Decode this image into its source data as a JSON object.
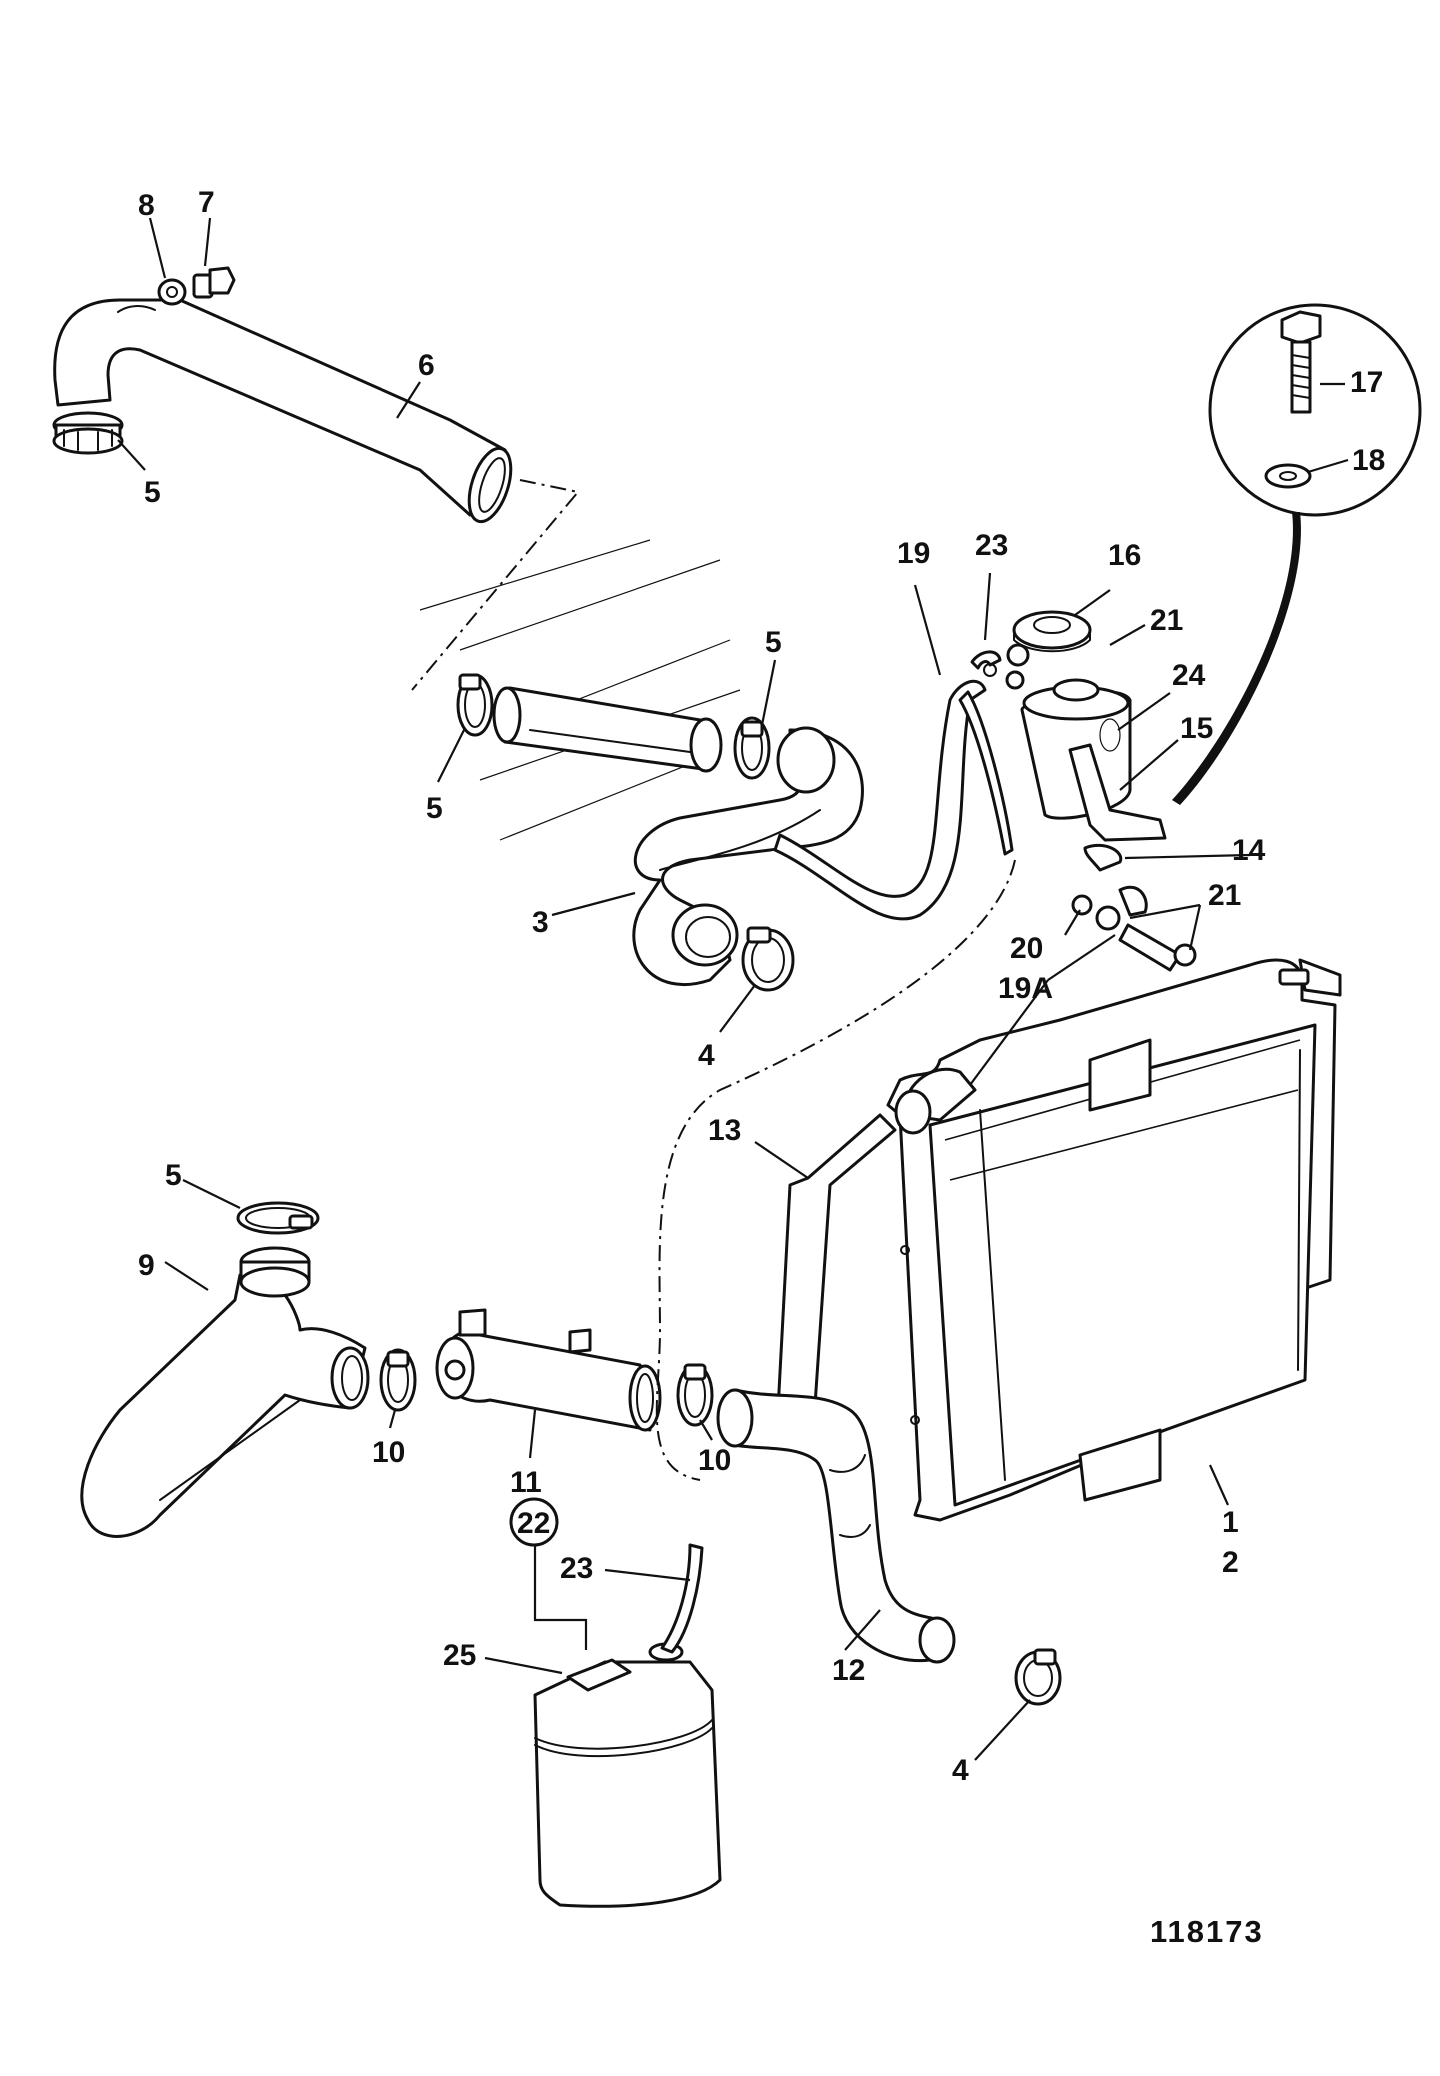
{
  "drawing_number": "118173",
  "callouts": {
    "c1": "1",
    "c2": "2",
    "c3": "3",
    "c4a": "4",
    "c4b": "4",
    "c5a": "5",
    "c5b": "5",
    "c5c": "5",
    "c5d": "5",
    "c6": "6",
    "c7": "7",
    "c8": "8",
    "c9": "9",
    "c10a": "10",
    "c10b": "10",
    "c11": "11",
    "c12": "12",
    "c13": "13",
    "c14": "14",
    "c15": "15",
    "c16": "16",
    "c17": "17",
    "c18": "18",
    "c19": "19",
    "c19a": "19A",
    "c20": "20",
    "c21a": "21",
    "c21b": "21",
    "c22": "22",
    "c23a": "23",
    "c23b": "23",
    "c24": "24",
    "c25": "25"
  }
}
